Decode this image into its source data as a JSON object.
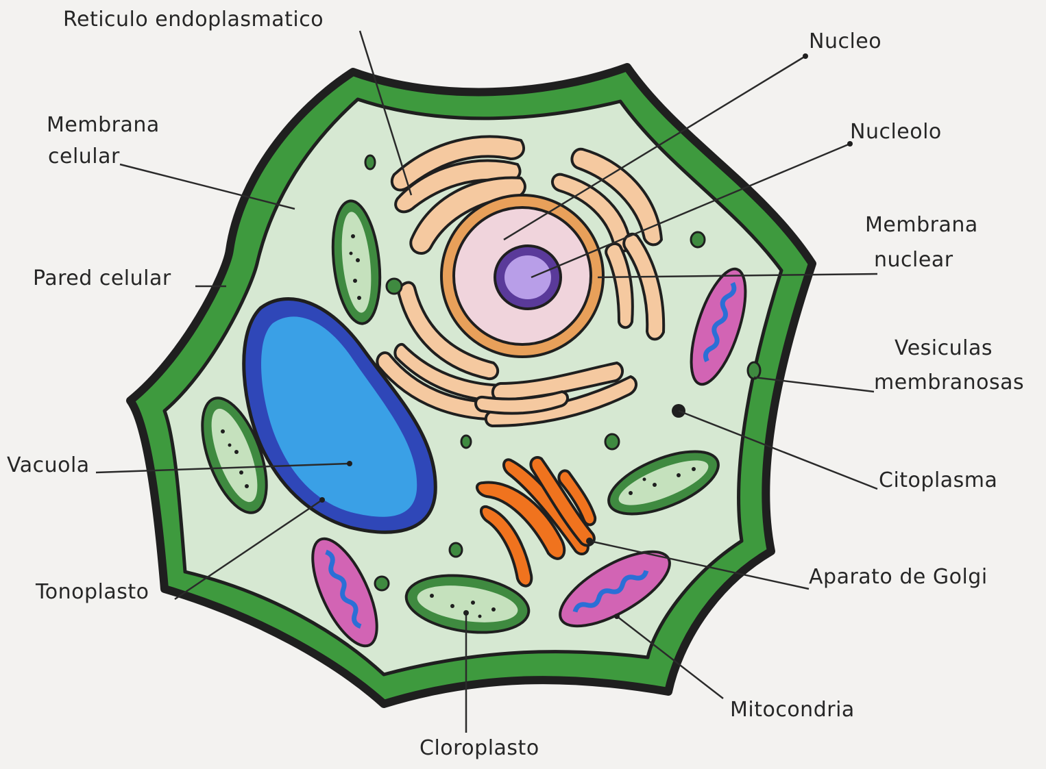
{
  "colors": {
    "background": "#f3f2f0",
    "cell_wall": "#3e9a3e",
    "outline": "#1f1f1f",
    "cytoplasm": "#d6e8d2",
    "endoplasmic_reticulum": "#f5c9a0",
    "nuclear_envelope": "#e8a05a",
    "nucleus": "#f0d4dc",
    "nucleolus": "#8a5fc2",
    "vacuole": "#3aa0e6",
    "tonoplast": "#2f47b8",
    "chloroplast": "#c5e1bd",
    "chloroplast_border": "#3f8a40",
    "mitochondria": "#d264b4",
    "golgi": "#f0731e"
  },
  "labels": {
    "endoplasmic_reticulum": "Reticulo endoplasmatico",
    "nucleus": "Nucleo",
    "nucleolus": "Nucleolo",
    "nuclear_membrane_line1": "Membrana",
    "nuclear_membrane_line2": "nuclear",
    "vesicles_line1": "Vesiculas",
    "vesicles_line2": "membranosas",
    "cytoplasm": "Citoplasma",
    "golgi": "Aparato de Golgi",
    "mitochondria": "Mitocondria",
    "chloroplast": "Cloroplasto",
    "tonoplast": "Tonoplasto",
    "vacuole": "Vacuola",
    "cell_wall": "Pared celular",
    "cell_membrane_line1": "Membrana",
    "cell_membrane_line2": "celular"
  }
}
